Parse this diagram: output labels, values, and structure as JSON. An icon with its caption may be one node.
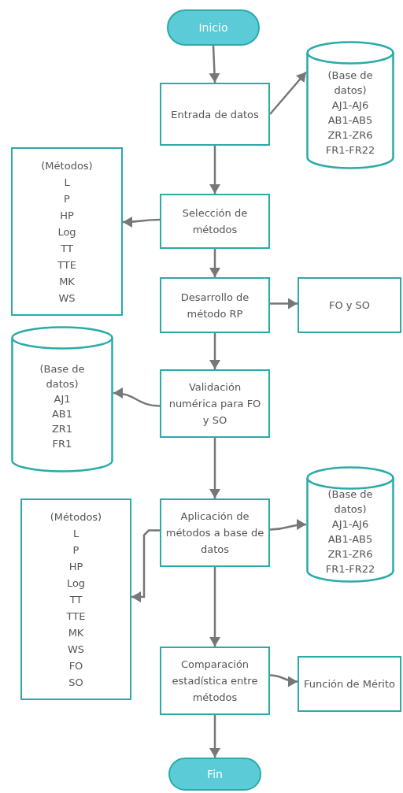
{
  "diagram": {
    "nodes": [
      {
        "text": [
          "Inicio"
        ]
      },
      {
        "text": [
          "Entrada de datos"
        ]
      },
      {
        "text": [
          "(Base de datos)",
          "AJ1-AJ6",
          "AB1-AB5",
          "ZR1-ZR6",
          "FR1-FR22"
        ]
      },
      {
        "text": [
          "(Métodos)",
          "L",
          "P",
          "HP",
          "Log",
          "TT",
          "TTE",
          "MK",
          "WS"
        ]
      },
      {
        "text": [
          "Selección de métodos"
        ]
      },
      {
        "text": [
          "Desarrollo de método RP"
        ]
      },
      {
        "text": [
          "FO y SO"
        ]
      },
      {
        "text": [
          "(Base de datos)",
          "AJ1",
          "AB1",
          "ZR1",
          "FR1"
        ]
      },
      {
        "text": [
          "Validación numérica para FO y SO"
        ]
      },
      {
        "text": [
          "(Métodos)",
          "L",
          "P",
          "HP",
          "Log",
          "TT",
          "TTE",
          "MK",
          "WS",
          "FO",
          "SO"
        ]
      },
      {
        "text": [
          "Aplicación de métodos a base de datos"
        ]
      },
      {
        "text": [
          "(Base de datos)",
          "AJ1-AJ6",
          "AB1-AB5",
          "ZR1-ZR6",
          "FR1-FR22"
        ]
      },
      {
        "text": [
          "Comparación estadística entre métodos"
        ]
      },
      {
        "text": [
          "Función de Mérito"
        ]
      },
      {
        "text": [
          "Fin"
        ]
      }
    ],
    "edges": [
      {
        "from": 0,
        "to": 1,
        "arrow": "to"
      },
      {
        "from": 1,
        "to": 2,
        "arrow": "to"
      },
      {
        "from": 1,
        "to": 4,
        "arrow": "to"
      },
      {
        "from": 4,
        "to": 3,
        "arrow": "to"
      },
      {
        "from": 4,
        "to": 5,
        "arrow": "to"
      },
      {
        "from": 5,
        "to": 6,
        "arrow": "to"
      },
      {
        "from": 5,
        "to": 8,
        "arrow": "to"
      },
      {
        "from": 8,
        "to": 7,
        "arrow": "to"
      },
      {
        "from": 8,
        "to": 10,
        "arrow": "to"
      },
      {
        "from": 10,
        "to": 9,
        "arrow": "to"
      },
      {
        "from": 10,
        "to": 11,
        "arrow": "to"
      },
      {
        "from": 10,
        "to": 12,
        "arrow": "to"
      },
      {
        "from": 12,
        "to": 13,
        "arrow": "to"
      },
      {
        "from": 12,
        "to": 14,
        "arrow": "to"
      }
    ]
  }
}
